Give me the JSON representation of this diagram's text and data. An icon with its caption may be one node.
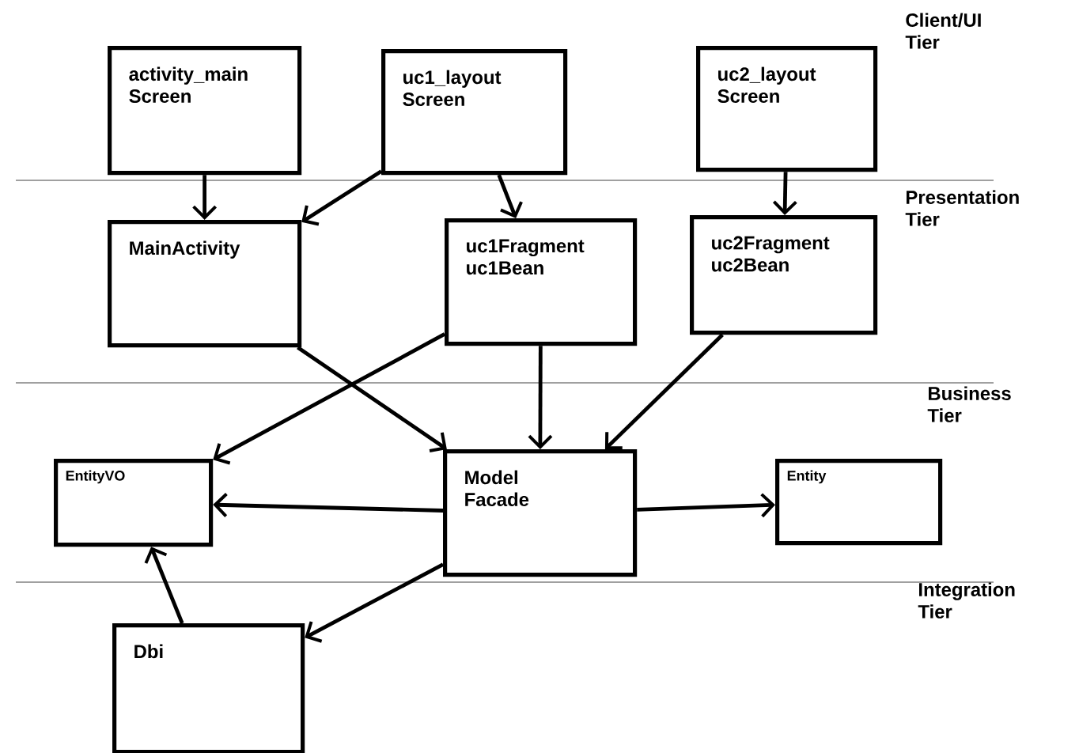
{
  "diagram": {
    "nodes": [
      {
        "text": [
          "activity_main Screen"
        ]
      },
      {
        "text": [
          "uc1_layout Screen"
        ]
      },
      {
        "text": [
          "uc2_layout Screen"
        ]
      },
      {
        "text": [
          "MainActivity"
        ]
      },
      {
        "text": [
          "uc1Fragment uc1Bean"
        ]
      },
      {
        "text": [
          "uc2Fragment uc2Bean"
        ]
      },
      {
        "text": [
          "EntityVO"
        ]
      },
      {
        "text": [
          "Model Facade"
        ]
      },
      {
        "text": [
          "Entity"
        ]
      },
      {
        "text": [
          "Dbi"
        ]
      }
    ],
    "edges": [
      {
        "from": 0,
        "to": 3,
        "arrow": "to"
      },
      {
        "from": 1,
        "to": 3,
        "arrow": "to"
      },
      {
        "from": 1,
        "to": 4,
        "arrow": "to"
      },
      {
        "from": 2,
        "to": 5,
        "arrow": "to"
      },
      {
        "from": 4,
        "to": 6,
        "arrow": "to"
      },
      {
        "from": 3,
        "to": 7,
        "arrow": "to"
      },
      {
        "from": 4,
        "to": 7,
        "arrow": "to"
      },
      {
        "from": 5,
        "to": 7,
        "arrow": "to"
      },
      {
        "from": 7,
        "to": 6,
        "arrow": "to"
      },
      {
        "from": 7,
        "to": 8,
        "arrow": "to"
      },
      {
        "from": 7,
        "to": 9,
        "arrow": "to"
      },
      {
        "from": 9,
        "to": 6,
        "arrow": "to"
      }
    ],
    "labels": [
      "Client/UI Tier",
      "Presentation Tier",
      "Business Tier",
      "Integration Tier"
    ]
  }
}
